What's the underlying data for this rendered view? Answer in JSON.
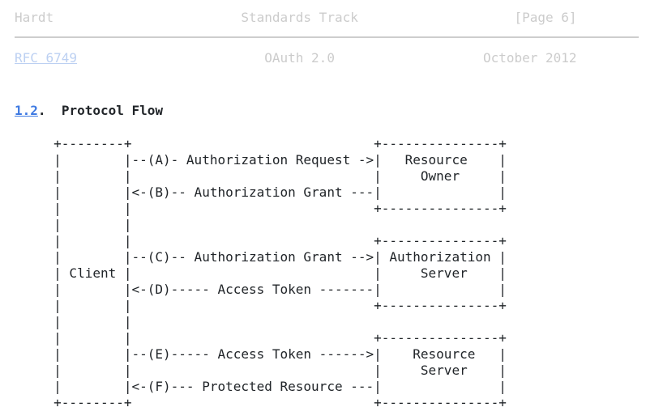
{
  "page": {
    "background": "#ffffff",
    "text_color": "#212529",
    "muted_text_color": "#cccccc",
    "muted_link_color": "#bcd0f2",
    "section_link_color": "#3e7ae2"
  },
  "page_break": {
    "footer_line": "Hardt                        Standards Track                    [Page 6]",
    "rfc_link_label": "RFC 6749",
    "header_line_rest": "                        OAuth 2.0                   October 2012"
  },
  "section": {
    "number": "1.2",
    "separator": ".  ",
    "title": "Protocol Flow"
  },
  "figure": {
    "ascii": "     +--------+                               +---------------+\n     |        |--(A)- Authorization Request ->|   Resource    |\n     |        |                               |     Owner     |\n     |        |<-(B)-- Authorization Grant ---|               |\n     |        |                               +---------------+\n     |        |\n     |        |                               +---------------+\n     |        |--(C)-- Authorization Grant -->| Authorization |\n     | Client |                               |     Server    |\n     |        |<-(D)----- Access Token -------|               |\n     |        |                               +---------------+\n     |        |\n     |        |                               +---------------+\n     |        |--(E)----- Access Token ------>|    Resource   |\n     |        |                               |     Server    |\n     |        |<-(F)--- Protected Resource ---|               |\n     +--------+                               +---------------+"
  }
}
